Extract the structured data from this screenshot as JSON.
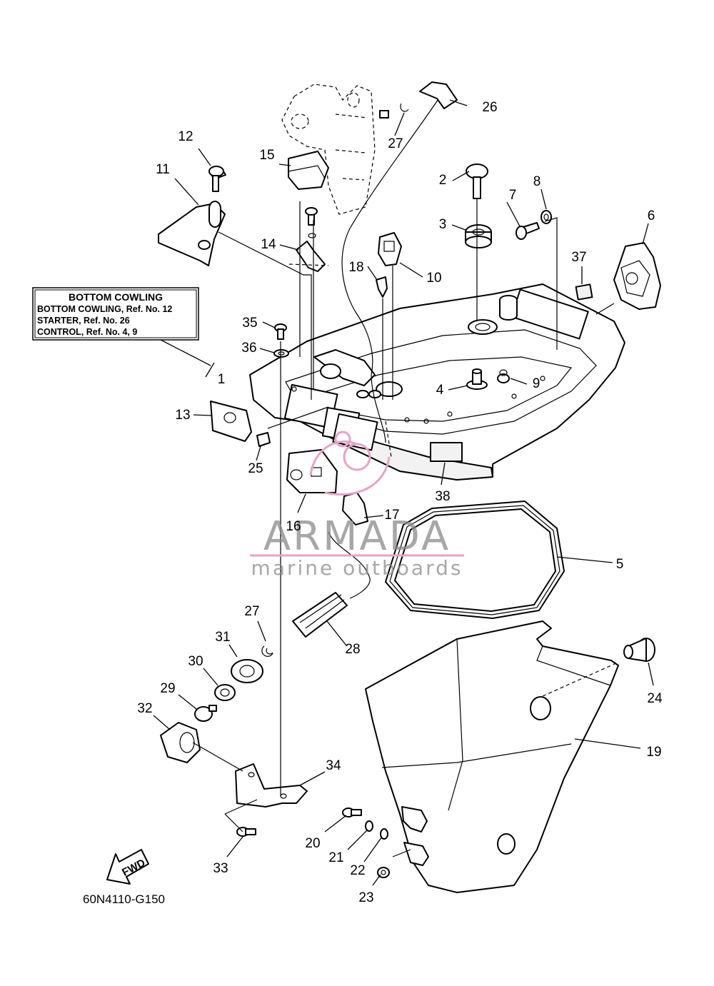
{
  "diagram": {
    "code": "60N4110-G150",
    "label_box": {
      "title": "BOTTOM  COWLING",
      "lines": [
        "BOTTOM  COWLING,  Ref.  No.  12",
        "STARTER,  Ref.  No.  26",
        "CONTROL,  Ref.  No.  4,  9"
      ]
    },
    "fwd_label": "FWD",
    "watermark": {
      "brand": "ARMADA",
      "tagline": "marine outboards",
      "accent_color": "#e6a3c8",
      "text_color": "#8a8a8a"
    },
    "callouts": {
      "c1": "1",
      "c2": "2",
      "c3": "3",
      "c4": "4",
      "c5": "5",
      "c6": "6",
      "c7": "7",
      "c8": "8",
      "c9": "9",
      "c10": "10",
      "c11": "11",
      "c12": "12",
      "c13": "13",
      "c14": "14",
      "c15": "15",
      "c16": "16",
      "c17": "17",
      "c18": "18",
      "c19": "19",
      "c20": "20",
      "c21": "21",
      "c22": "22",
      "c23": "23",
      "c24": "24",
      "c25": "25",
      "c26": "26",
      "c27a": "27",
      "c27b": "27",
      "c28": "28",
      "c29": "29",
      "c30": "30",
      "c31": "31",
      "c32": "32",
      "c33": "33",
      "c34": "34",
      "c35": "35",
      "c36": "36",
      "c37": "37",
      "c38": "38"
    }
  }
}
